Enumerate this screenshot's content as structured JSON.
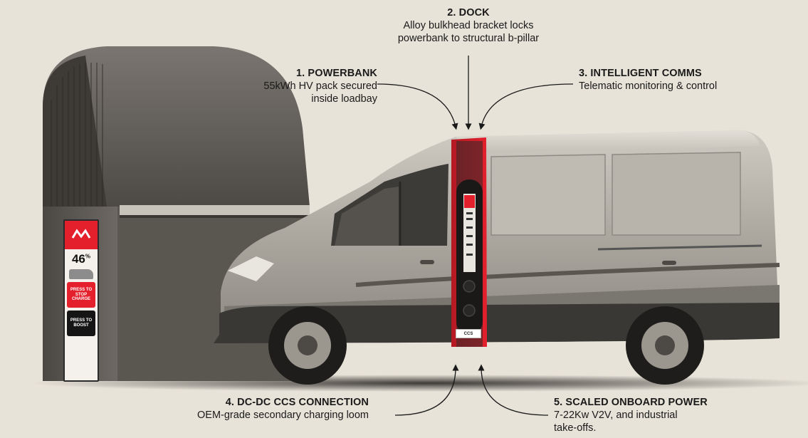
{
  "callouts": {
    "powerbank": {
      "title": "1. POWERBANK",
      "lines": [
        "55kWh HV pack secured",
        "inside loadbay"
      ]
    },
    "dock": {
      "title": "2. DOCK",
      "lines": [
        "Alloy bulkhead bracket locks",
        "powerbank to structural b-pillar"
      ]
    },
    "comms": {
      "title": "3. INTELLIGENT COMMS",
      "lines": [
        "Telematic monitoring & control"
      ]
    },
    "ccs": {
      "title": "4. DC-DC CCS CONNECTION",
      "lines": [
        "OEM-grade secondary charging loom"
      ]
    },
    "onboard": {
      "title": "5. SCALED ONBOARD POWER",
      "lines": [
        "7-22Kw V2V, and industrial",
        "take-offs."
      ]
    }
  },
  "kiosk": {
    "charge_value": "46",
    "charge_unit": "%",
    "stop_button": "PRESS TO STOP CHARGE",
    "boost_button": "PRESS TO BOOST"
  },
  "powerbank_label": "CCS",
  "colors": {
    "background": "#e8e3d9",
    "accent_red": "#e4202d",
    "van_body": "#b8b4ac",
    "kiosk_body": "#5e5a55"
  },
  "icons": [
    "brand-logo-icon",
    "van-icon",
    "arrow-icon"
  ]
}
